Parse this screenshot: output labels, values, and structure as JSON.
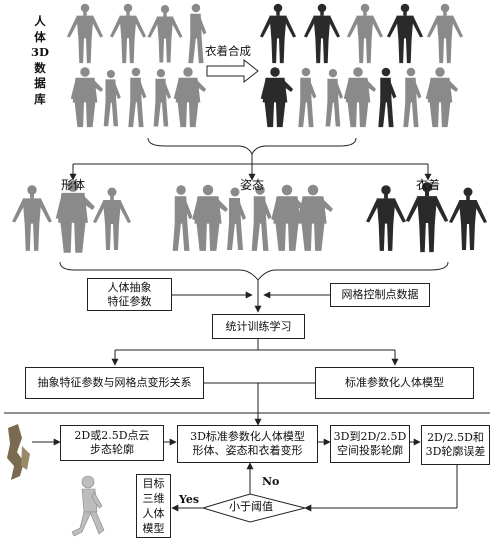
{
  "database": {
    "label": "人\n体\n3D\n数\n据\n库",
    "arrow_label": "衣着合成"
  },
  "categories": {
    "body_shape": "形体",
    "pose": "姿态",
    "clothing": "衣着"
  },
  "boxes": {
    "abstract_params": "人体抽象\n特征参数",
    "mesh_control": "网格控制点数据",
    "training": "统计训练学习",
    "relation": "抽象特征参数与网格点变形关系",
    "param_model": "标准参数化人体模型",
    "input_contour": "2D或2.5D点云\n步态轮廓",
    "deform": "3D标准参数化人体模型\n形体、姿态和衣着变形",
    "projection": "3D到2D/2.5D\n空间投影轮廓",
    "error": "2D/2.5D和\n3D轮廓误差",
    "target": "目标\n三维\n人体\n模型"
  },
  "decision": {
    "label": "小于阈值",
    "yes": "Yes",
    "no": "No"
  },
  "colors": {
    "figure_gray": "#8a8a8a",
    "figure_dark": "#2a2a2a",
    "line": "#222222"
  }
}
